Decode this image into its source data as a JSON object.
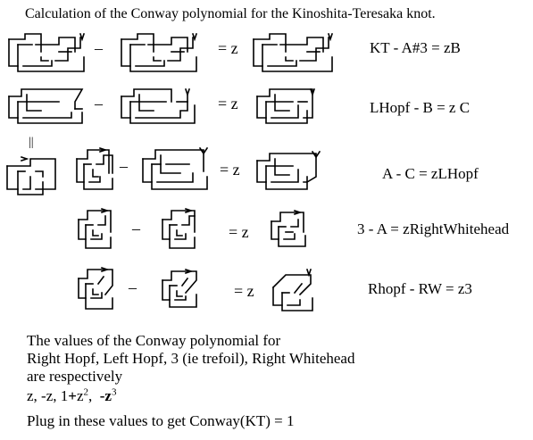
{
  "title": "Calculation of the Conway polynomial for the Kinoshita-Teresaka knot.",
  "operators": {
    "minus": "–",
    "equals_z": "= z",
    "double_equal": "||"
  },
  "equations": [
    "KT - A#3 = zB",
    "LHopf - B = z C",
    "A - C = zLHopf",
    "3 - A = zRightWhitehead",
    "Rhopf - RW = z3"
  ],
  "notes": {
    "line1": "The values of the Conway polynomial for",
    "line2": "Right Hopf, Left Hopf, 3 (ie trefoil), Right Whitehead",
    "line3": "are respectively",
    "values_prefix": "z, -z, 1",
    "plus": "+",
    "z": "z",
    "exp2": "2",
    "minus_z": "-z",
    "exp3": "3",
    "comma": ",",
    "line5": "Plug in these values to get Conway(KT) = 1"
  }
}
